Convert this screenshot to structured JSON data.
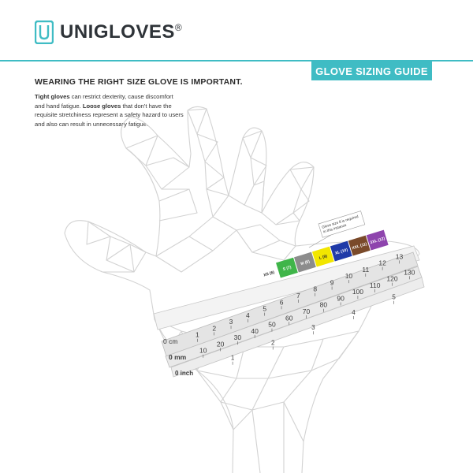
{
  "brand": {
    "name": "UNIGLOVES",
    "registered_mark": "®"
  },
  "tab": {
    "label": "GLOVE SIZING GUIDE"
  },
  "headline": "WEARING THE RIGHT SIZE GLOVE IS IMPORTANT.",
  "paragraph": {
    "tight_label": "Tight gloves",
    "tight_text": " can restrict dexterity, cause discomfort and hand fatigue. ",
    "loose_label": "Loose gloves",
    "loose_text": " that don't have the requisite stretchiness represent a safety hazard to users and also can result in unnecessary fatigue."
  },
  "size_chart": {
    "note_line1": "Glove size 8 is required",
    "note_line2": "in this instance",
    "sizes": [
      {
        "label": "XS (6)",
        "color": "#ffffff",
        "text_color": "#2b2b2b"
      },
      {
        "label": "S (7)",
        "color": "#3fb549",
        "text_color": "#ffffff"
      },
      {
        "label": "M (8)",
        "color": "#8c8c8c",
        "text_color": "#ffffff"
      },
      {
        "label": "L (9)",
        "color": "#f2e600",
        "text_color": "#2b2b2b"
      },
      {
        "label": "XL (10)",
        "color": "#1f3aa8",
        "text_color": "#ffffff"
      },
      {
        "label": "XXL (11)",
        "color": "#7a4a2a",
        "text_color": "#ffffff"
      },
      {
        "label": "3XL (12)",
        "color": "#8e44ad",
        "text_color": "#ffffff"
      }
    ]
  },
  "rulers": {
    "cm_unit": "0 cm",
    "cm_ticks": [
      "1",
      "2",
      "3",
      "4",
      "5",
      "6",
      "7",
      "8",
      "9",
      "10",
      "11",
      "12",
      "13"
    ],
    "mm_unit": "0 mm",
    "mm_ticks": [
      "10",
      "20",
      "30",
      "40",
      "50",
      "60",
      "70",
      "80",
      "90",
      "100",
      "110",
      "120",
      "130"
    ],
    "inch_unit": "0 inch",
    "inch_ticks": [
      "1",
      "2",
      "3",
      "4",
      "5"
    ]
  },
  "colors": {
    "accent": "#3fbcc4",
    "wireframe": "#d2d2d2",
    "ruler": "#e3e3e3"
  }
}
